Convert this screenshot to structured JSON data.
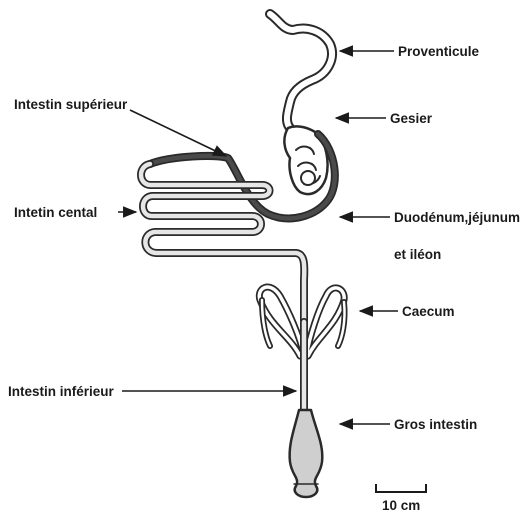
{
  "labels": {
    "proventricule": "Proventicule",
    "gesier": "Gesier",
    "intestin_superieur": "Intestin supérieur",
    "intestin_central": "Intetin cental",
    "duodenum_line1": "Duodénum,jéjunum",
    "duodenum_line2": "et iléon",
    "caecum": "Caecum",
    "intestin_inferieur": "Intestin inférieur",
    "gros_intestin": "Gros intestin"
  },
  "scale_bar": {
    "label": "10 cm"
  },
  "colors": {
    "stroke": "#2a2a2a",
    "dark_tube": "#4a4a4a",
    "light_tube": "#e6e6e6",
    "gros_fill": "#cfcfcf"
  }
}
